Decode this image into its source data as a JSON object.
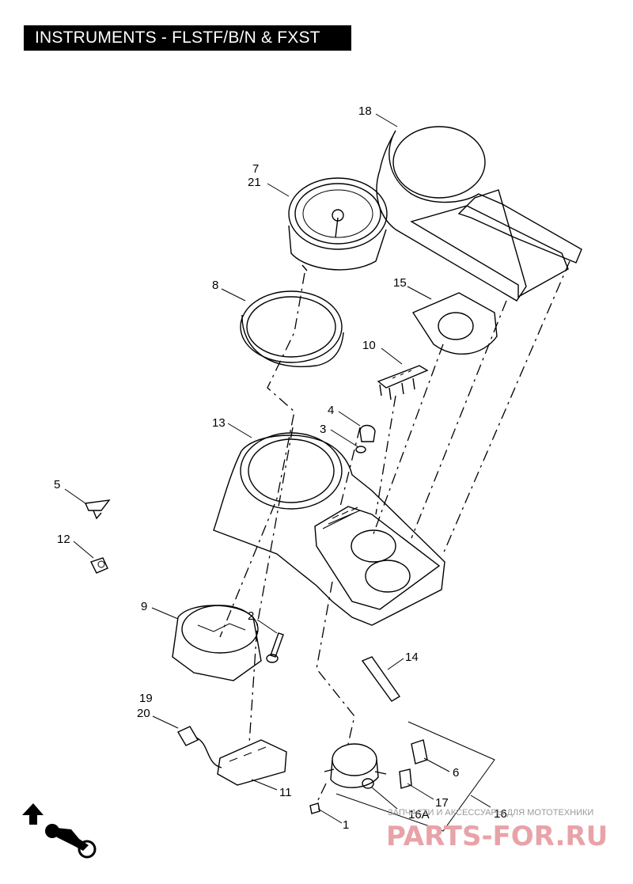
{
  "title": "INSTRUMENTS - FLSTF/B/N & FXST",
  "callouts": [
    {
      "id": "18",
      "text": "18"
    },
    {
      "id": "7",
      "text": "7"
    },
    {
      "id": "21",
      "text": "21"
    },
    {
      "id": "8",
      "text": "8"
    },
    {
      "id": "15",
      "text": "15"
    },
    {
      "id": "10",
      "text": "10"
    },
    {
      "id": "4",
      "text": "4"
    },
    {
      "id": "3",
      "text": "3"
    },
    {
      "id": "13",
      "text": "13"
    },
    {
      "id": "5",
      "text": "5"
    },
    {
      "id": "12",
      "text": "12"
    },
    {
      "id": "9",
      "text": "9"
    },
    {
      "id": "2",
      "text": "2"
    },
    {
      "id": "14",
      "text": "14"
    },
    {
      "id": "19",
      "text": "19"
    },
    {
      "id": "20",
      "text": "20"
    },
    {
      "id": "11",
      "text": "11"
    },
    {
      "id": "6",
      "text": "6"
    },
    {
      "id": "17",
      "text": "17"
    },
    {
      "id": "16A",
      "text": "16A"
    },
    {
      "id": "16",
      "text": "16"
    },
    {
      "id": "1",
      "text": "1"
    }
  ],
  "watermark": {
    "tagline": "ЗАПЧАСТИ И АКСЕССУАРЫ ДЛЯ МОТОТЕХНИКИ",
    "brand": "PARTS-FOR.RU"
  },
  "icons": [
    "front-direction-arrow-icon",
    "motorcycle-icon"
  ]
}
